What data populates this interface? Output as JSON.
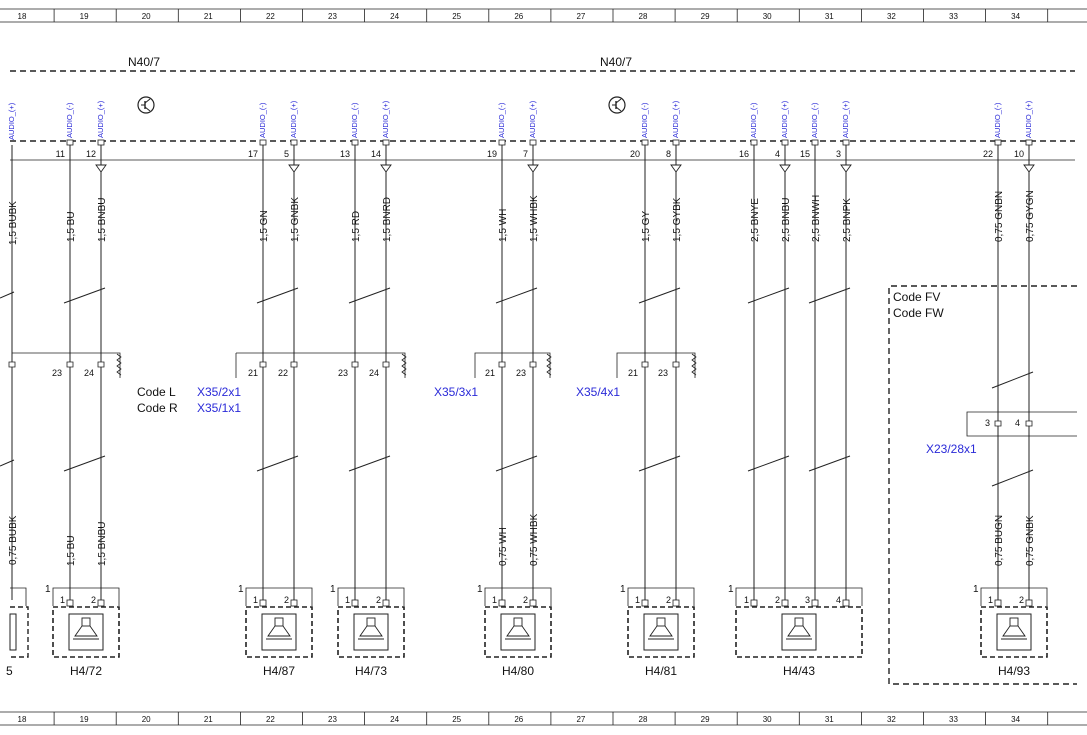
{
  "ruler": {
    "numbers": [
      "18",
      "19",
      "20",
      "21",
      "22",
      "23",
      "24",
      "25",
      "26",
      "27",
      "28",
      "29",
      "30",
      "31",
      "32",
      "33",
      "34"
    ]
  },
  "component": {
    "name_left": "N40/7",
    "name_right": "N40/7"
  },
  "pin_labels": {
    "plus": "AUDIO_(+)",
    "minus": "AUDIO_(-)"
  },
  "wires": [
    {
      "pin": "11",
      "label": "1,5 BU",
      "lower_label": "1,5 BU"
    },
    {
      "pin": "12",
      "label": "1,5 BNBU",
      "lower_label": "1,5 BNBU"
    },
    {
      "pin": "17",
      "label": "1,5 GN",
      "lower_label": ""
    },
    {
      "pin": "5",
      "label": "1,5 GNBK",
      "lower_label": ""
    },
    {
      "pin": "13",
      "label": "1,5 RD",
      "lower_label": ""
    },
    {
      "pin": "14",
      "label": "1,5 BNRD",
      "lower_label": ""
    },
    {
      "pin": "19",
      "label": "1,5 WH",
      "lower_label": "0,75 WH"
    },
    {
      "pin": "7",
      "label": "1,5 WHBK",
      "lower_label": "0,75 WHBK"
    },
    {
      "pin": "20",
      "label": "1,5 GY",
      "lower_label": ""
    },
    {
      "pin": "8",
      "label": "1,5 GYBK",
      "lower_label": ""
    },
    {
      "pin": "16",
      "label": "2,5 BNYE",
      "lower_label": ""
    },
    {
      "pin": "4",
      "label": "2,5 BNBU",
      "lower_label": ""
    },
    {
      "pin": "15",
      "label": "2,5 BNWH",
      "lower_label": ""
    },
    {
      "pin": "3",
      "label": "2,5 BNPK",
      "lower_label": ""
    },
    {
      "pin": "22",
      "label": "0,75 GNBN",
      "lower_label": "0,75 BUGN"
    },
    {
      "pin": "10",
      "label": "0,75 GYGN",
      "lower_label": "0,75 GNBK"
    }
  ],
  "partial_wire": {
    "upper": "1,5 BUBK",
    "lower": "0,75 BUBK"
  },
  "connectors": {
    "x35_2": {
      "name": "X35/2x1",
      "pins": [
        "23",
        "24",
        "21",
        "22",
        "23",
        "24"
      ]
    },
    "x35_1": {
      "name": "X35/1x1"
    },
    "x35_3": {
      "name": "X35/3x1",
      "pins": [
        "21",
        "23"
      ]
    },
    "x35_4": {
      "name": "X35/4x1",
      "pins": [
        "21",
        "23"
      ]
    },
    "x23_28": {
      "name": "X23/28x1",
      "pins": [
        "3",
        "4"
      ]
    }
  },
  "codes": {
    "code_l": "Code L",
    "code_r": "Code R",
    "code_fv": "Code FV",
    "code_fw": "Code FW"
  },
  "speakers": [
    {
      "name": "H4/72",
      "pins": [
        "1",
        "2"
      ],
      "corner": "1"
    },
    {
      "name": "H4/87",
      "pins": [
        "1",
        "2"
      ],
      "corner": "1"
    },
    {
      "name": "H4/73",
      "pins": [
        "1",
        "2"
      ],
      "corner": "1"
    },
    {
      "name": "H4/80",
      "pins": [
        "1",
        "2"
      ],
      "corner": "1"
    },
    {
      "name": "H4/81",
      "pins": [
        "1",
        "2"
      ],
      "corner": "1"
    },
    {
      "name": "H4/43",
      "pins": [
        "1",
        "2",
        "3",
        "4"
      ],
      "corner": "1"
    },
    {
      "name": "H4/93",
      "pins": [
        "1",
        "2"
      ],
      "corner": "1"
    }
  ],
  "partial_speaker": {
    "name": "5"
  }
}
